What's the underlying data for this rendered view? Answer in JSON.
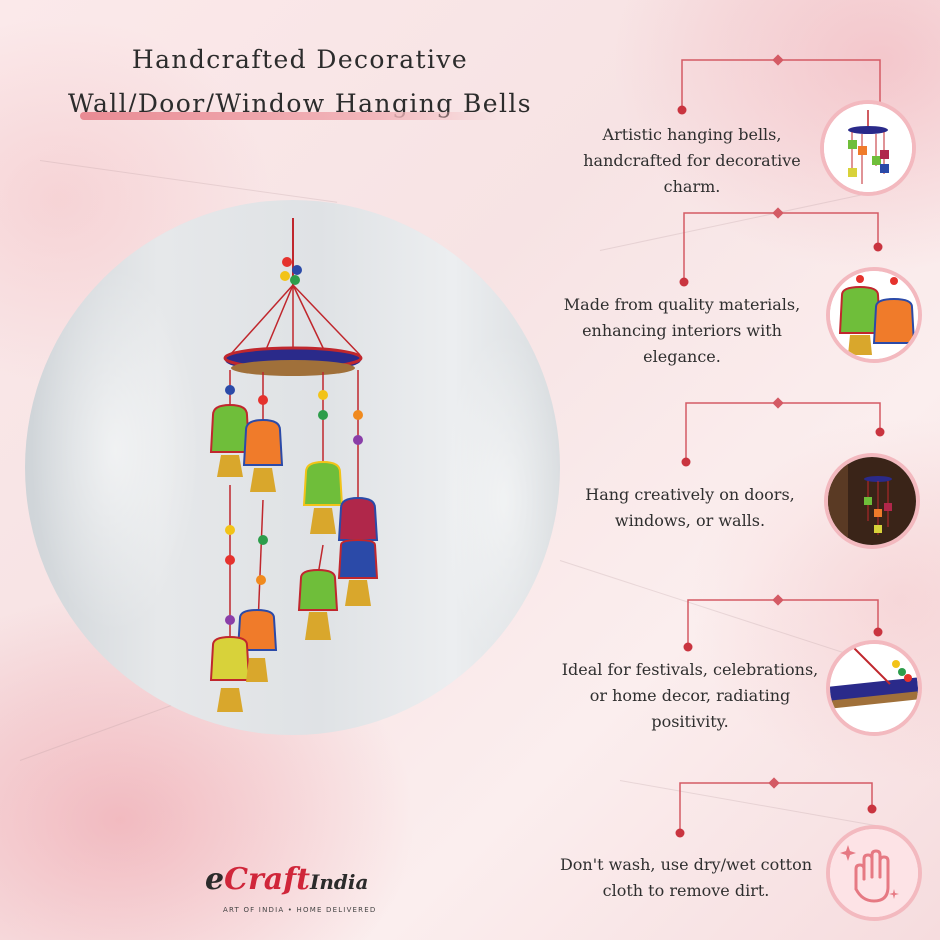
{
  "title": {
    "line1": "Handcrafted Decorative",
    "line2": "Wall/Door/Window Hanging Bells"
  },
  "colors": {
    "accent_pink": "#e98a93",
    "connector_red": "#c9343f",
    "thumb_border": "#f3b9bf"
  },
  "features": [
    {
      "text": "Artistic hanging bells, handcrafted for decorative charm.",
      "thumb": "hanging-bells-photo"
    },
    {
      "text": "Made from quality materials, enhancing interiors with elegance.",
      "thumb": "bells-closeup-photo"
    },
    {
      "text": "Hang creatively on doors, windows, or walls.",
      "thumb": "bells-on-door-photo"
    },
    {
      "text": "Ideal for festivals, celebrations, or home decor, radiating positivity.",
      "thumb": "ring-detail-photo"
    },
    {
      "text": "Don't wash, use dry/wet cotton cloth to remove dirt.",
      "thumb": "wiping-hand-icon"
    }
  ],
  "logo": {
    "brand_prefix": "e",
    "brand_main": "Craft",
    "brand_suffix": "India",
    "tagline": "ART OF INDIA • HOME DELIVERED"
  }
}
